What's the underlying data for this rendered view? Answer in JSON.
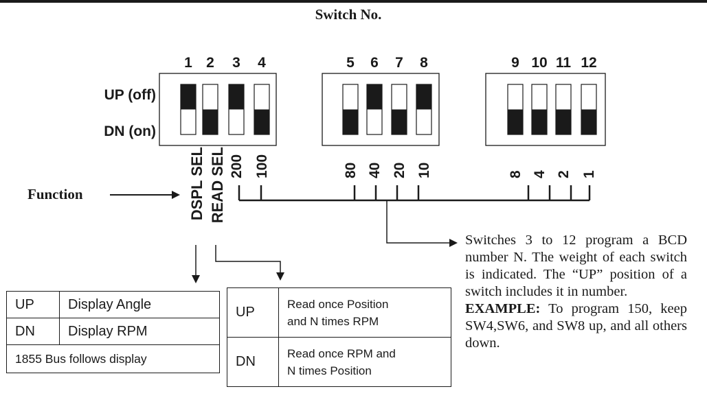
{
  "header": {
    "title": "Switch No."
  },
  "switches": {
    "numbers": [
      "1",
      "2",
      "3",
      "4",
      "5",
      "6",
      "7",
      "8",
      "9",
      "10",
      "11",
      "12"
    ],
    "positions": [
      "up",
      "down",
      "up",
      "down",
      "down",
      "up",
      "down",
      "up",
      "down",
      "down",
      "down",
      "down"
    ],
    "weights": [
      "",
      "",
      "200",
      "100",
      "80",
      "40",
      "20",
      "10",
      "8",
      "4",
      "2",
      "1"
    ]
  },
  "labels": {
    "up": "UP (off)",
    "dn": "DN (on)",
    "function": "Function",
    "dspl_sel": "DSPL SEL",
    "read_sel": "READ SEL"
  },
  "display_table": {
    "rows": [
      {
        "key": "UP",
        "value": "Display Angle"
      },
      {
        "key": "DN",
        "value": "Display RPM"
      }
    ],
    "footer": "1855 Bus follows display"
  },
  "read_table": {
    "rows": [
      {
        "key": "UP",
        "line1": "Read once Position",
        "line2": "and N times RPM"
      },
      {
        "key": "DN",
        "line1": "Read once RPM and",
        "line2": "N times Position"
      }
    ]
  },
  "description": {
    "text": "Switches 3 to 12 program a BCD number N.  The weight of each switch is indicated.  The “UP” position of a switch includes it in number.",
    "example_label": "EXAMPLE:",
    "example_text": " To program 150, keep SW4,SW6, and SW8 up, and all others down."
  }
}
